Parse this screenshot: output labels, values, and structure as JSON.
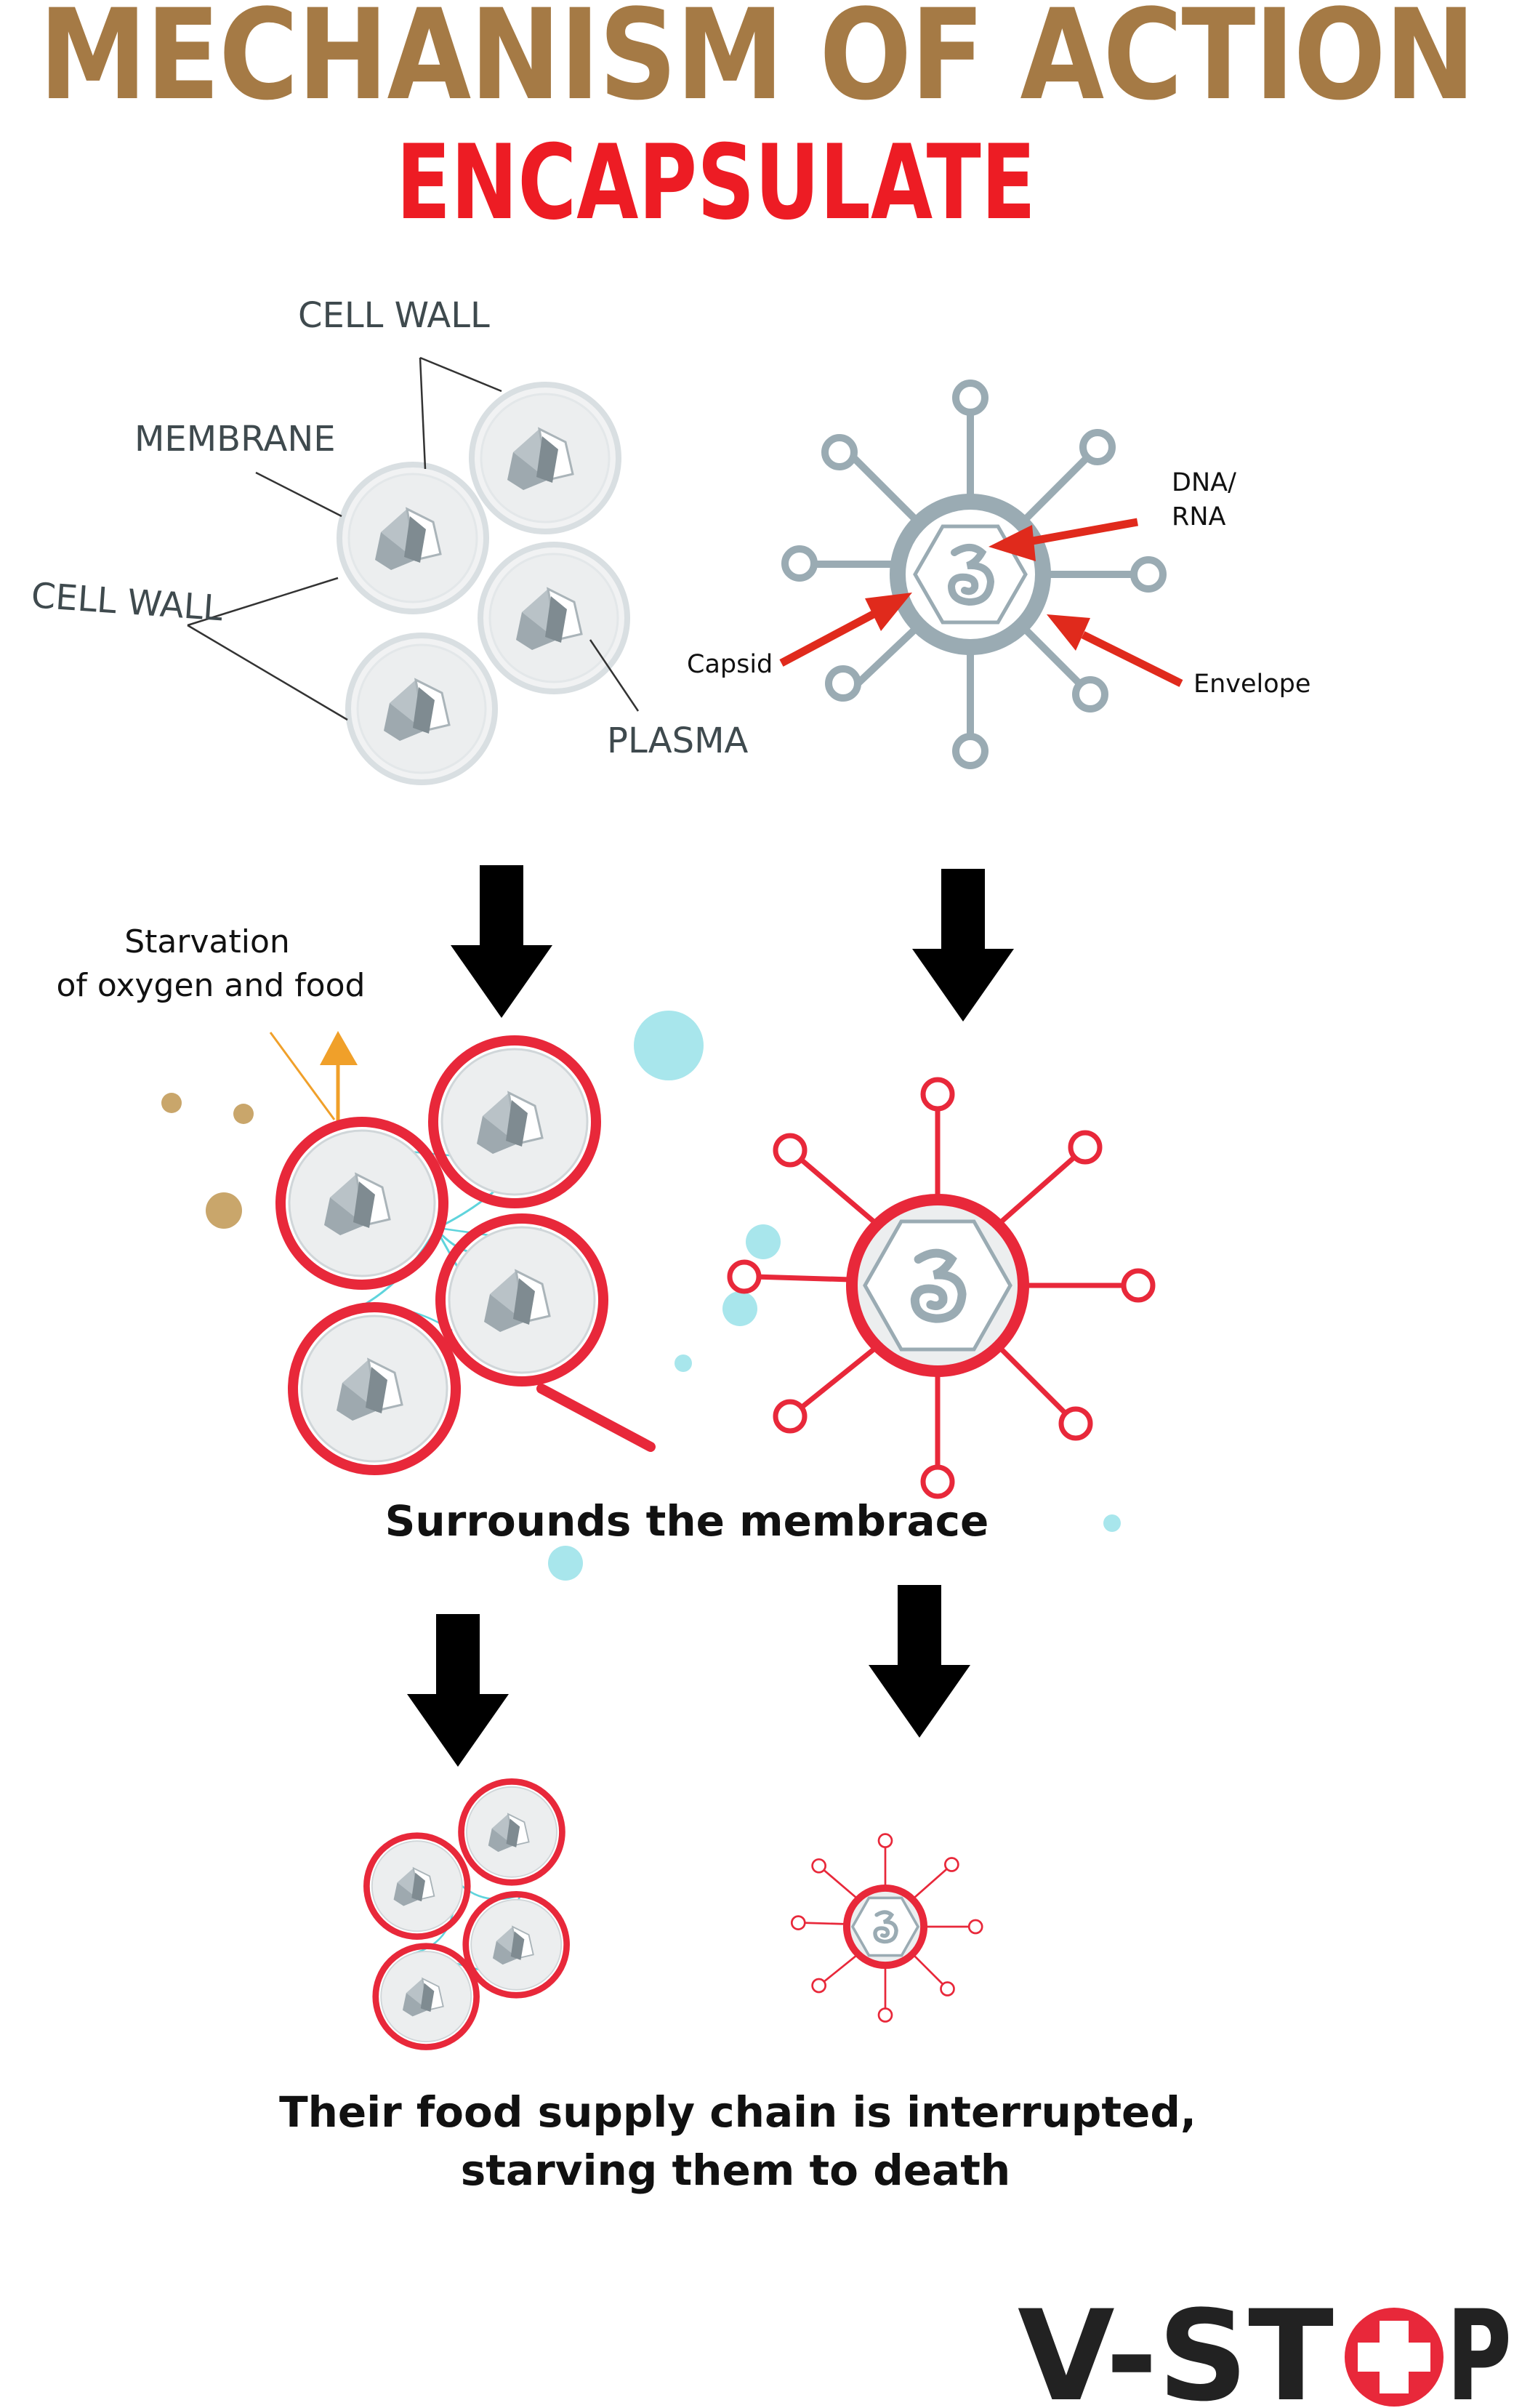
{
  "title": "MECHANISM OF ACTION",
  "subtitle": "ENCAPSULATE",
  "cell_labels": {
    "cell_wall_top": "CELL WALL",
    "membrane": "MEMBRANE",
    "cell_wall_left": "CELL WALL",
    "plasma": "PLASMA"
  },
  "virus_labels": {
    "dna_line1": "DNA/",
    "dna_line2": "RNA",
    "capsid": "Capsid",
    "envelope": "Envelope"
  },
  "starvation_note": {
    "line1": "Starvation",
    "line2": "of oxygen and food"
  },
  "caption_surrounds": "Surrounds the membrace",
  "caption_final": {
    "line1": "Their food supply chain is interrupted,",
    "line2": "starving them to death"
  },
  "brand": {
    "prefix": "V-ST",
    "suffix": "P"
  },
  "colors": {
    "title_gold": "#a57a45",
    "subtitle_red": "#ed1c24",
    "cell_fill": "#eceeef",
    "cell_outline": "#cfd5d8",
    "virus_gray": "#9aabb3",
    "encapsulate_red": "#e8283a",
    "pointer_red": "#e02a1c",
    "cyan_bubble": "#a8e6ec",
    "gold_dot": "#c9a66b",
    "orange_arrow": "#f0a02a",
    "arrow_black": "#000000"
  }
}
